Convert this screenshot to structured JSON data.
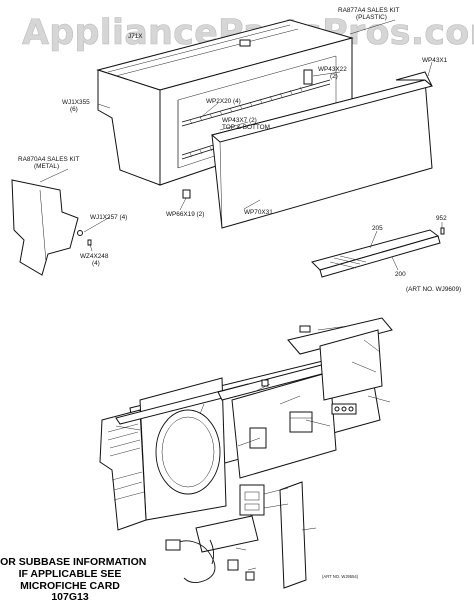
{
  "watermark": "AppliancePartsPros.com",
  "top_labels": {
    "sales_kit_plastic_1": "RA877A4 SALES KIT",
    "sales_kit_plastic_2": "(PLASTIC)",
    "wp43x1": "WP43X1",
    "wp43x22_1": "WP43X22",
    "wp43x22_2": "(2)",
    "wj1x355_1": "WJ1X355",
    "wj1x355_2": "(6)",
    "wp2x20": "WP2X20 (4)",
    "wp43x7_1": "WP43X7 (2)",
    "wp43x7_2": "TOP & BOTTOM",
    "sales_kit_metal_1": "RA870A4 SALES KIT",
    "sales_kit_metal_2": "(METAL)",
    "wj1x257": "WJ1X257 (4)",
    "wz4x248_1": "WZ4X248",
    "wz4x248_2": "(4)",
    "wp66x19": "WP66X19 (2)",
    "wp70x31": "WP70X31",
    "n952": "952",
    "n205": "205",
    "n200": "200",
    "art_top": "(ART NO. WJ9609)",
    "top_partial": "J71X"
  },
  "bottom_labels": {
    "art_bottom": "(ART NO. WJ9554)"
  },
  "note": {
    "line1": "FOR SUBBASE INFORMATION",
    "line2": "IF APPLICABLE SEE",
    "line3": "MICROFICHE CARD",
    "line4": "107G13"
  }
}
